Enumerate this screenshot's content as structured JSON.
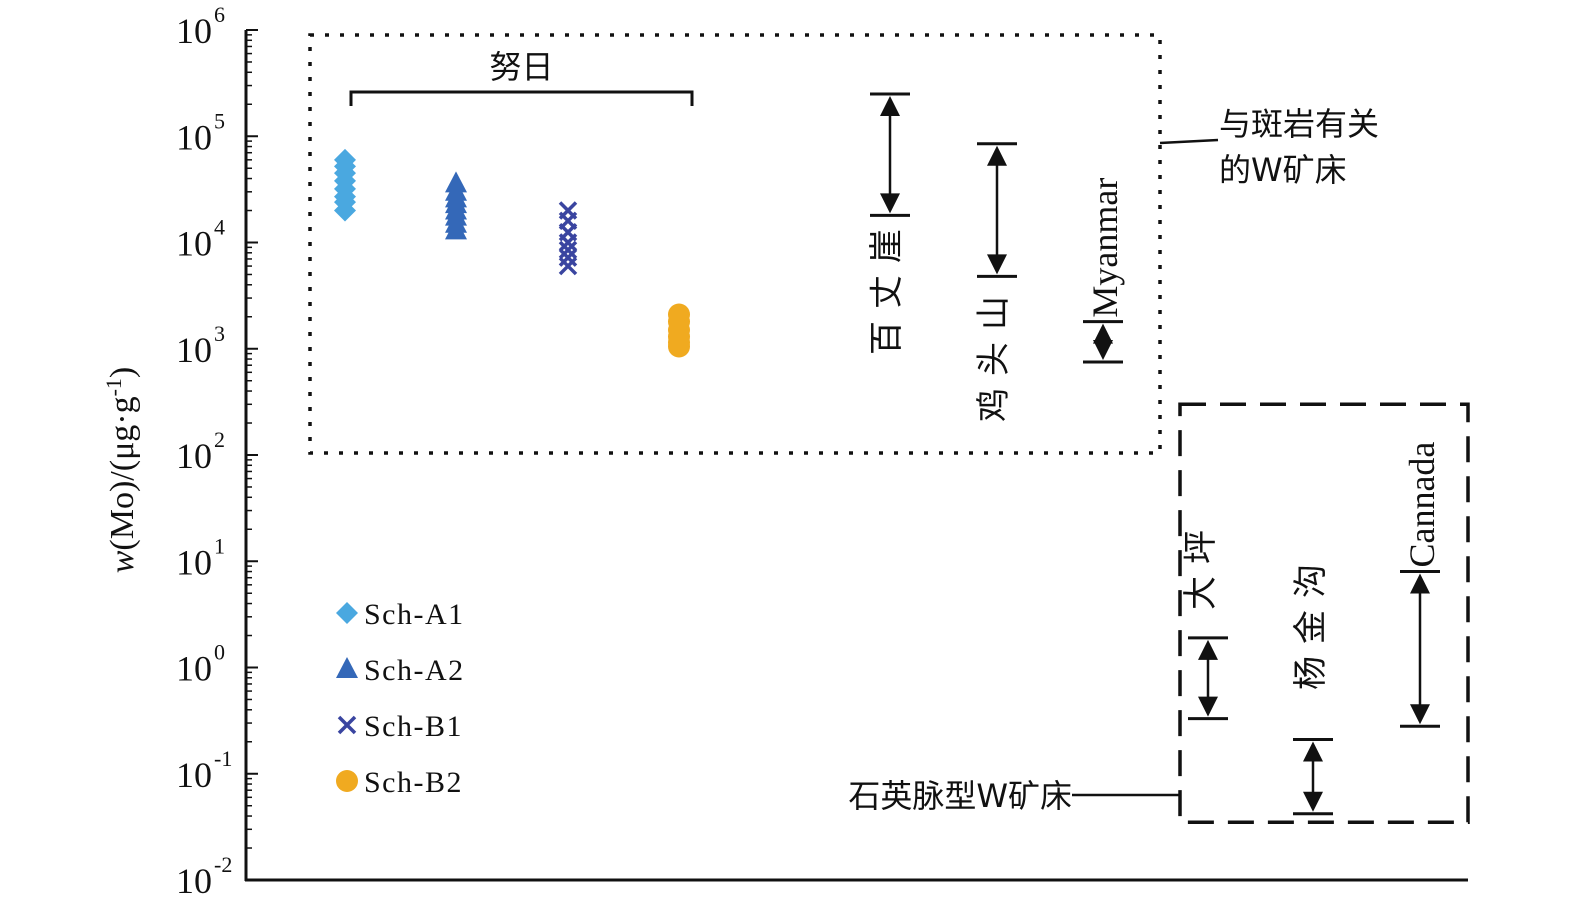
{
  "chart_data": {
    "type": "scatter",
    "title": "",
    "xlabel": "",
    "ylabel": {
      "italic": "w",
      "rest": "(Mo)/(μg·g",
      "sup": "-1",
      "close": ")"
    },
    "yscale": "log",
    "ylim_exponent": [
      -2,
      6
    ],
    "y_ticks": [
      {
        "base": "10",
        "exp": "6"
      },
      {
        "base": "10",
        "exp": "5"
      },
      {
        "base": "10",
        "exp": "4"
      },
      {
        "base": "10",
        "exp": "3"
      },
      {
        "base": "10",
        "exp": "2"
      },
      {
        "base": "10",
        "exp": "1"
      },
      {
        "base": "10",
        "exp": "0"
      },
      {
        "base": "10",
        "exp": "-1"
      },
      {
        "base": "10",
        "exp": "-2"
      }
    ],
    "series": [
      {
        "name": "Sch-A1",
        "marker": "diamond",
        "color": "#4aa8e0",
        "values": [
          60000,
          52000,
          45000,
          38000,
          32000,
          27000,
          24000,
          20000
        ]
      },
      {
        "name": "Sch-A2",
        "marker": "triangle",
        "color": "#3468b8",
        "values": [
          36000,
          30000,
          26000,
          23000,
          20000,
          17500,
          15000,
          13000
        ]
      },
      {
        "name": "Sch-B1",
        "marker": "x",
        "color": "#3a45a0",
        "values": [
          20000,
          16000,
          12500,
          10000,
          8500,
          7200,
          6000
        ]
      },
      {
        "name": "Sch-B2",
        "marker": "circle",
        "color": "#f0aa20",
        "values": [
          2100,
          1800,
          1500,
          1300,
          1150,
          1050
        ]
      }
    ],
    "group_bracket": {
      "label": "努日",
      "series_from": 0,
      "series_to": 2
    },
    "ranges": [
      {
        "label": "百丈崖",
        "min": 18000,
        "max": 250000,
        "group": 0
      },
      {
        "label": "鸡头山",
        "min": 4800,
        "max": 85000,
        "group": 0
      },
      {
        "label": "Myanmar",
        "min": 750,
        "max": 1800,
        "group": 0
      },
      {
        "label": "大坪",
        "min": 0.33,
        "max": 1.9,
        "group": 1
      },
      {
        "label": "杨金沟",
        "min": 0.042,
        "max": 0.21,
        "group": 1
      },
      {
        "label": "Cannada",
        "min": 0.28,
        "max": 8,
        "group": 1
      }
    ],
    "groups": [
      {
        "label_lines": [
          "与斑岩有关",
          "的W矿床"
        ],
        "style": "dotted",
        "y_top": 1000000,
        "y_bottom": 100
      },
      {
        "label_lines": [
          "石英脉型W矿床"
        ],
        "style": "dashed",
        "y_top": 300,
        "y_bottom": 0.035
      }
    ],
    "grid": false,
    "legend": "bottom-left"
  }
}
